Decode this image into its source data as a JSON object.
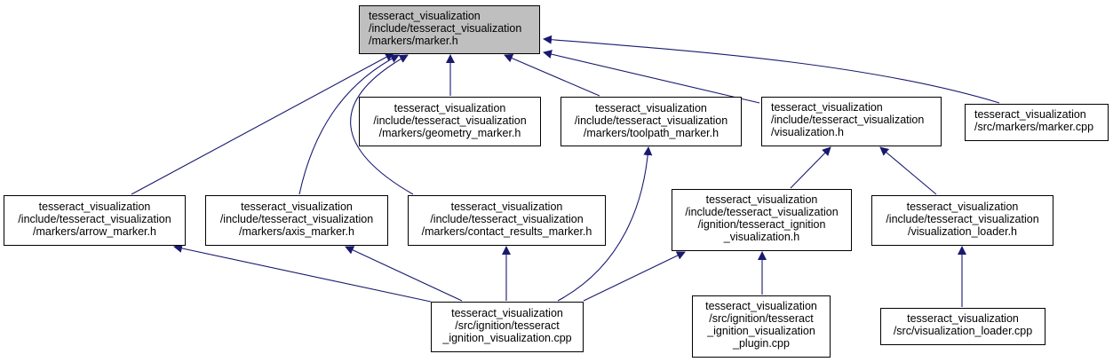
{
  "colors": {
    "edge": "#191970",
    "root_fill": "#bfbfbf",
    "node_fill": "#ffffff",
    "border": "#000000"
  },
  "nodes": {
    "marker_h": {
      "lines": [
        "tesseract_visualization",
        "/include/tesseract_visualization",
        "/markers/marker.h"
      ]
    },
    "geometry_marker_h": {
      "lines": [
        "tesseract_visualization",
        "/include/tesseract_visualization",
        "/markers/geometry_marker.h"
      ]
    },
    "toolpath_marker_h": {
      "lines": [
        "tesseract_visualization",
        "/include/tesseract_visualization",
        "/markers/toolpath_marker.h"
      ]
    },
    "visualization_h": {
      "lines": [
        "tesseract_visualization",
        "/include/tesseract_visualization",
        "/visualization.h"
      ]
    },
    "marker_cpp": {
      "lines": [
        "tesseract_visualization",
        "/src/markers/marker.cpp"
      ]
    },
    "arrow_marker_h": {
      "lines": [
        "tesseract_visualization",
        "/include/tesseract_visualization",
        "/markers/arrow_marker.h"
      ]
    },
    "axis_marker_h": {
      "lines": [
        "tesseract_visualization",
        "/include/tesseract_visualization",
        "/markers/axis_marker.h"
      ]
    },
    "contact_results_marker_h": {
      "lines": [
        "tesseract_visualization",
        "/include/tesseract_visualization",
        "/markers/contact_results_marker.h"
      ]
    },
    "ignition_visualization_h": {
      "lines": [
        "tesseract_visualization",
        "/include/tesseract_visualization",
        "/ignition/tesseract_ignition",
        "_visualization.h"
      ]
    },
    "visualization_loader_h": {
      "lines": [
        "tesseract_visualization",
        "/include/tesseract_visualization",
        "/visualization_loader.h"
      ]
    },
    "ignition_visualization_cpp": {
      "lines": [
        "tesseract_visualization",
        "/src/ignition/tesseract",
        "_ignition_visualization.cpp"
      ]
    },
    "ignition_visualization_plugin_cpp": {
      "lines": [
        "tesseract_visualization",
        "/src/ignition/tesseract",
        "_ignition_visualization",
        "_plugin.cpp"
      ]
    },
    "visualization_loader_cpp": {
      "lines": [
        "tesseract_visualization",
        "/src/visualization_loader.cpp"
      ]
    }
  }
}
